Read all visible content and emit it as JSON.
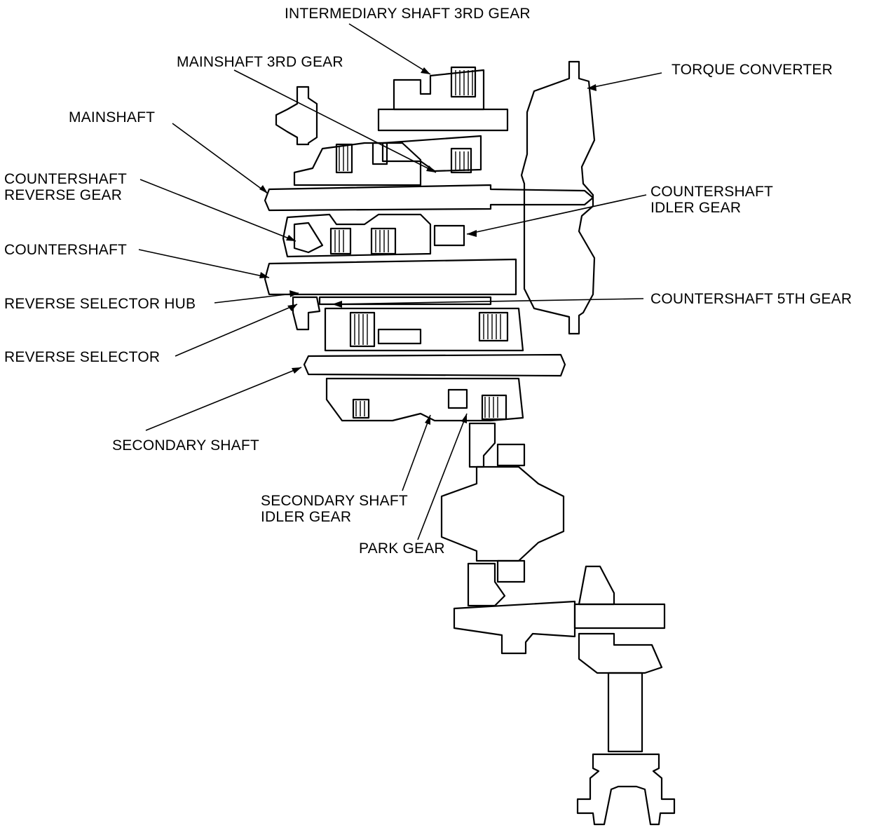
{
  "labels": {
    "intermediary_shaft_3rd_gear": "INTERMEDIARY SHAFT 3RD GEAR",
    "mainshaft_3rd_gear": "MAINSHAFT 3RD GEAR",
    "torque_converter": "TORQUE CONVERTER",
    "mainshaft": "MAINSHAFT",
    "countershaft_reverse_gear_line1": "COUNTERSHAFT",
    "countershaft_reverse_gear_line2": "REVERSE GEAR",
    "countershaft_idler_gear_line1": "COUNTERSHAFT",
    "countershaft_idler_gear_line2": "IDLER GEAR",
    "countershaft": "COUNTERSHAFT",
    "reverse_selector_hub": "REVERSE SELECTOR HUB",
    "countershaft_5th_gear": "COUNTERSHAFT 5TH GEAR",
    "reverse_selector": "REVERSE SELECTOR",
    "secondary_shaft": "SECONDARY SHAFT",
    "secondary_shaft_idler_gear_line1": "SECONDARY SHAFT",
    "secondary_shaft_idler_gear_line2": "IDLER GEAR",
    "park_gear": "PARK GEAR"
  },
  "colors": {
    "line": "#000000",
    "background": "#ffffff"
  }
}
